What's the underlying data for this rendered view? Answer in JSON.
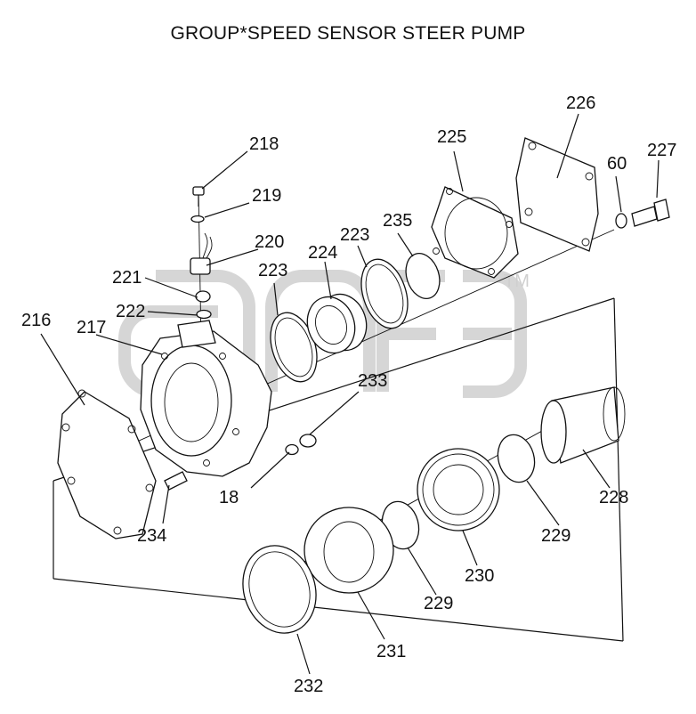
{
  "title": "GROUP*SPEED SENSOR STEER PUMP",
  "watermark": {
    "mark": "TM"
  },
  "callouts": {
    "c218": "218",
    "c219": "219",
    "c220": "220",
    "c221": "221",
    "c222": "222",
    "c216": "216",
    "c217": "217",
    "c223a": "223",
    "c223b": "223",
    "c224": "224",
    "c235": "235",
    "c225": "225",
    "c226": "226",
    "c60": "60",
    "c227": "227",
    "c233": "233",
    "c18": "18",
    "c234": "234",
    "c228": "228",
    "c229a": "229",
    "c229b": "229",
    "c230": "230",
    "c231": "231",
    "c232": "232"
  },
  "colors": {
    "ink": "#111111",
    "watermark": "#d6d6d6",
    "background": "#ffffff"
  }
}
